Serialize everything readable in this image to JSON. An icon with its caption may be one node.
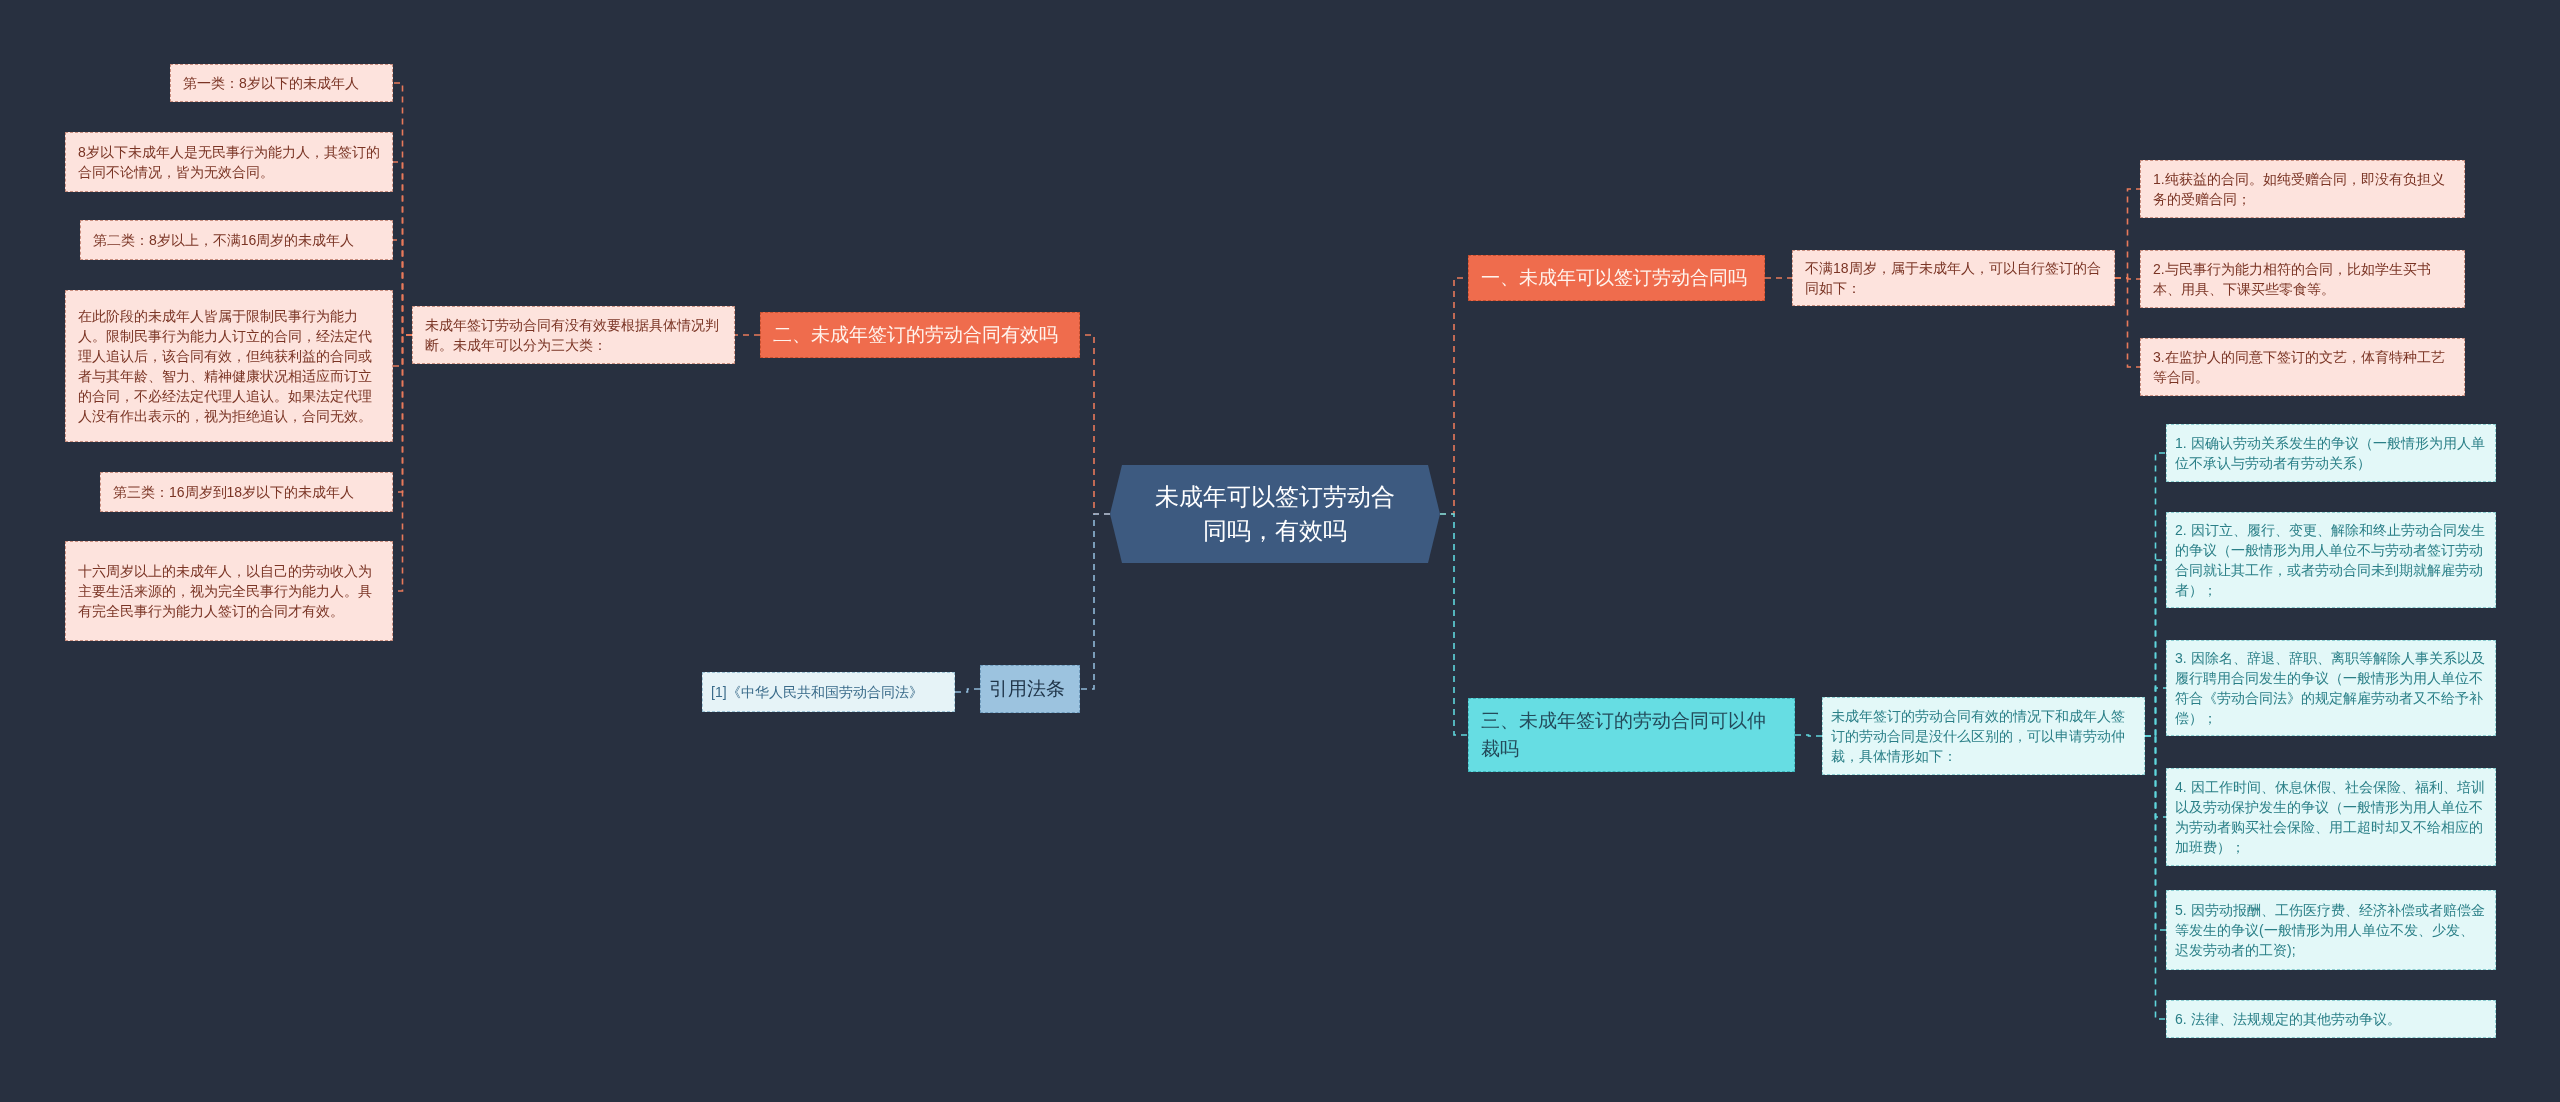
{
  "diagram": {
    "nodes": [
      {
        "text": [
          "未成年可以签订劳动合同吗，有效吗"
        ]
      },
      {
        "text": [
          "一、未成年可以签订劳动合同吗"
        ]
      },
      {
        "text": [
          "不满18周岁，属于未成年人，可以自行签订的合同如下："
        ]
      },
      {
        "text": [
          "1.纯获益的合同。如纯受赠合同，即没有负担义务的受赠合同；"
        ]
      },
      {
        "text": [
          "2.与民事行为能力相符的合同，比如学生买书本、用具、下课买些零食等。"
        ]
      },
      {
        "text": [
          "3.在监护人的同意下签订的文艺，体育特种工艺等合同。"
        ]
      },
      {
        "text": [
          "二、未成年签订的劳动合同有效吗"
        ]
      },
      {
        "text": [
          "未成年签订劳动合同有没有效要根据具体情况判断。未成年可以分为三大类："
        ]
      },
      {
        "text": [
          "第一类：8岁以下的未成年人"
        ]
      },
      {
        "text": [
          "8岁以下未成年人是无民事行为能力人，其签订的合同不论情况，皆为无效合同。"
        ]
      },
      {
        "text": [
          "第二类：8岁以上，不满16周岁的未成年人"
        ]
      },
      {
        "text": [
          "在此阶段的未成年人皆属于限制民事行为能力人。限制民事行为能力人订立的合同，经法定代理人追认后，该合同有效，但纯获利益的合同或者与其年龄、智力、精神健康状况相适应而订立的合同，不必经法定代理人追认。如果法定代理人没有作出表示的，视为拒绝追认，合同无效。"
        ]
      },
      {
        "text": [
          "第三类：16周岁到18岁以下的未成年人"
        ]
      },
      {
        "text": [
          "十六周岁以上的未成年人，以自己的劳动收入为主要生活来源的，视为完全民事行为能力人。具有完全民事行为能力人签订的合同才有效。"
        ]
      },
      {
        "text": [
          "引用法条"
        ]
      },
      {
        "text": [
          "[1]《中华人民共和国劳动合同法》"
        ]
      },
      {
        "text": [
          "三、未成年签订的劳动合同可以仲裁吗"
        ]
      },
      {
        "text": [
          "未成年签订的劳动合同有效的情况下和成年人签订的劳动合同是没什么区别的，可以申请劳动仲裁，具体情形如下："
        ]
      },
      {
        "text": [
          "1. 因确认劳动关系发生的争议（一般情形为用人单位不承认与劳动者有劳动关系）"
        ]
      },
      {
        "text": [
          "2. 因订立、履行、变更、解除和终止劳动合同发生的争议（一般情形为用人单位不与劳动者签订劳动合同就让其工作，或者劳动合同未到期就解雇劳动者）；"
        ]
      },
      {
        "text": [
          "3. 因除名、辞退、辞职、离职等解除人事关系以及履行聘用合同发生的争议（一般情形为用人单位不符合《劳动合同法》的规定解雇劳动者又不给予补偿）；"
        ]
      },
      {
        "text": [
          "4. 因工作时间、休息休假、社会保险、福利、培训以及劳动保护发生的争议（一般情形为用人单位不为劳动者购买社会保险、用工超时却又不给相应的加班费）；"
        ]
      },
      {
        "text": [
          "5. 因劳动报酬、工伤医疗费、经济补偿或者赔偿金等发生的争议(一般情形为用人单位不发、少发、迟发劳动者的工资);"
        ]
      },
      {
        "text": [
          "6. 法律、法规规定的其他劳动争议。"
        ]
      }
    ],
    "edges": [
      {
        "from": 0,
        "to": 1,
        "arrow": "none",
        "style": "dashed"
      },
      {
        "from": 1,
        "to": 2,
        "arrow": "none",
        "style": "dashed"
      },
      {
        "from": 2,
        "to": 3,
        "arrow": "none",
        "style": "dashed"
      },
      {
        "from": 2,
        "to": 4,
        "arrow": "none",
        "style": "dashed"
      },
      {
        "from": 2,
        "to": 5,
        "arrow": "none",
        "style": "dashed"
      },
      {
        "from": 0,
        "to": 6,
        "arrow": "none",
        "style": "dashed"
      },
      {
        "from": 6,
        "to": 7,
        "arrow": "none",
        "style": "dashed"
      },
      {
        "from": 7,
        "to": 8,
        "arrow": "none",
        "style": "dashed"
      },
      {
        "from": 7,
        "to": 9,
        "arrow": "none",
        "style": "dashed"
      },
      {
        "from": 7,
        "to": 10,
        "arrow": "none",
        "style": "dashed"
      },
      {
        "from": 7,
        "to": 11,
        "arrow": "none",
        "style": "dashed"
      },
      {
        "from": 7,
        "to": 12,
        "arrow": "none",
        "style": "dashed"
      },
      {
        "from": 7,
        "to": 13,
        "arrow": "none",
        "style": "dashed"
      },
      {
        "from": 0,
        "to": 14,
        "arrow": "none",
        "style": "dashed",
        "color": "#8fb8d8"
      },
      {
        "from": 14,
        "to": 15,
        "arrow": "none",
        "style": "dashed",
        "color": "#8fb8d8"
      },
      {
        "from": 0,
        "to": 16,
        "arrow": "none",
        "style": "dashed",
        "color": "#5fd6dc"
      },
      {
        "from": 16,
        "to": 17,
        "arrow": "none",
        "style": "dashed",
        "color": "#5fd6dc"
      },
      {
        "from": 17,
        "to": 18,
        "arrow": "none",
        "style": "dashed",
        "color": "#5fd6dc"
      },
      {
        "from": 17,
        "to": 19,
        "arrow": "none",
        "style": "dashed",
        "color": "#5fd6dc"
      },
      {
        "from": 17,
        "to": 20,
        "arrow": "none",
        "style": "dashed",
        "color": "#5fd6dc"
      },
      {
        "from": 17,
        "to": 21,
        "arrow": "none",
        "style": "dashed",
        "color": "#5fd6dc"
      },
      {
        "from": 17,
        "to": 22,
        "arrow": "none",
        "style": "dashed",
        "color": "#5fd6dc"
      },
      {
        "from": 17,
        "to": 23,
        "arrow": "none",
        "style": "dashed",
        "color": "#5fd6dc"
      }
    ]
  }
}
